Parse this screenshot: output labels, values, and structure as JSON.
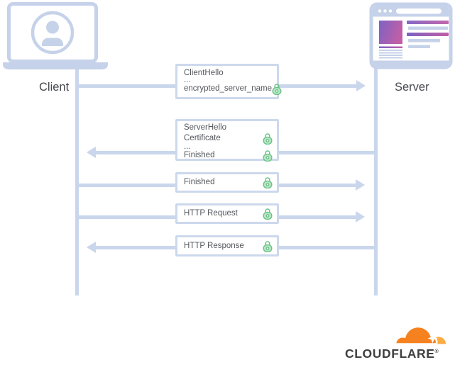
{
  "labels": {
    "client": "Client",
    "server": "Server"
  },
  "messages": [
    {
      "direction": "right",
      "lines": [
        {
          "text": "ClientHello",
          "lock": false
        },
        {
          "text": "...",
          "lock": false
        },
        {
          "text": "encrypted_server_name",
          "lock": true
        }
      ]
    },
    {
      "direction": "left",
      "lines": [
        {
          "text": "ServerHello",
          "lock": false
        },
        {
          "text": "Certificate",
          "lock": true
        },
        {
          "text": "...",
          "lock": false
        },
        {
          "text": "Finished",
          "lock": true
        }
      ]
    },
    {
      "direction": "right",
      "lines": [
        {
          "text": "Finished",
          "lock": true
        }
      ]
    },
    {
      "direction": "right",
      "lines": [
        {
          "text": "HTTP Request",
          "lock": true
        }
      ]
    },
    {
      "direction": "left",
      "lines": [
        {
          "text": "HTTP Response",
          "lock": true
        }
      ]
    }
  ],
  "logo": {
    "brand": "CLOUDFLARE",
    "registered": "®"
  },
  "icons": {
    "client": "laptop-user-icon",
    "server": "browser-window-icon",
    "message_lock": "padlock-icon",
    "brand_mark": "cloudflare-cloud-icon"
  },
  "colors": {
    "line": "#c9d6ec",
    "icon": "#c5d2e9",
    "box_border": "#ccd8ec",
    "text": "#54575c",
    "label_text": "#45484d",
    "lock_green": "#6ac287",
    "lock_fill": "#b9e6c6",
    "orange": "#f6821f",
    "orange_light": "#fbad41",
    "logo_text": "#404041",
    "purple_a": "#7d62c4",
    "purple_b": "#c05fa6"
  }
}
